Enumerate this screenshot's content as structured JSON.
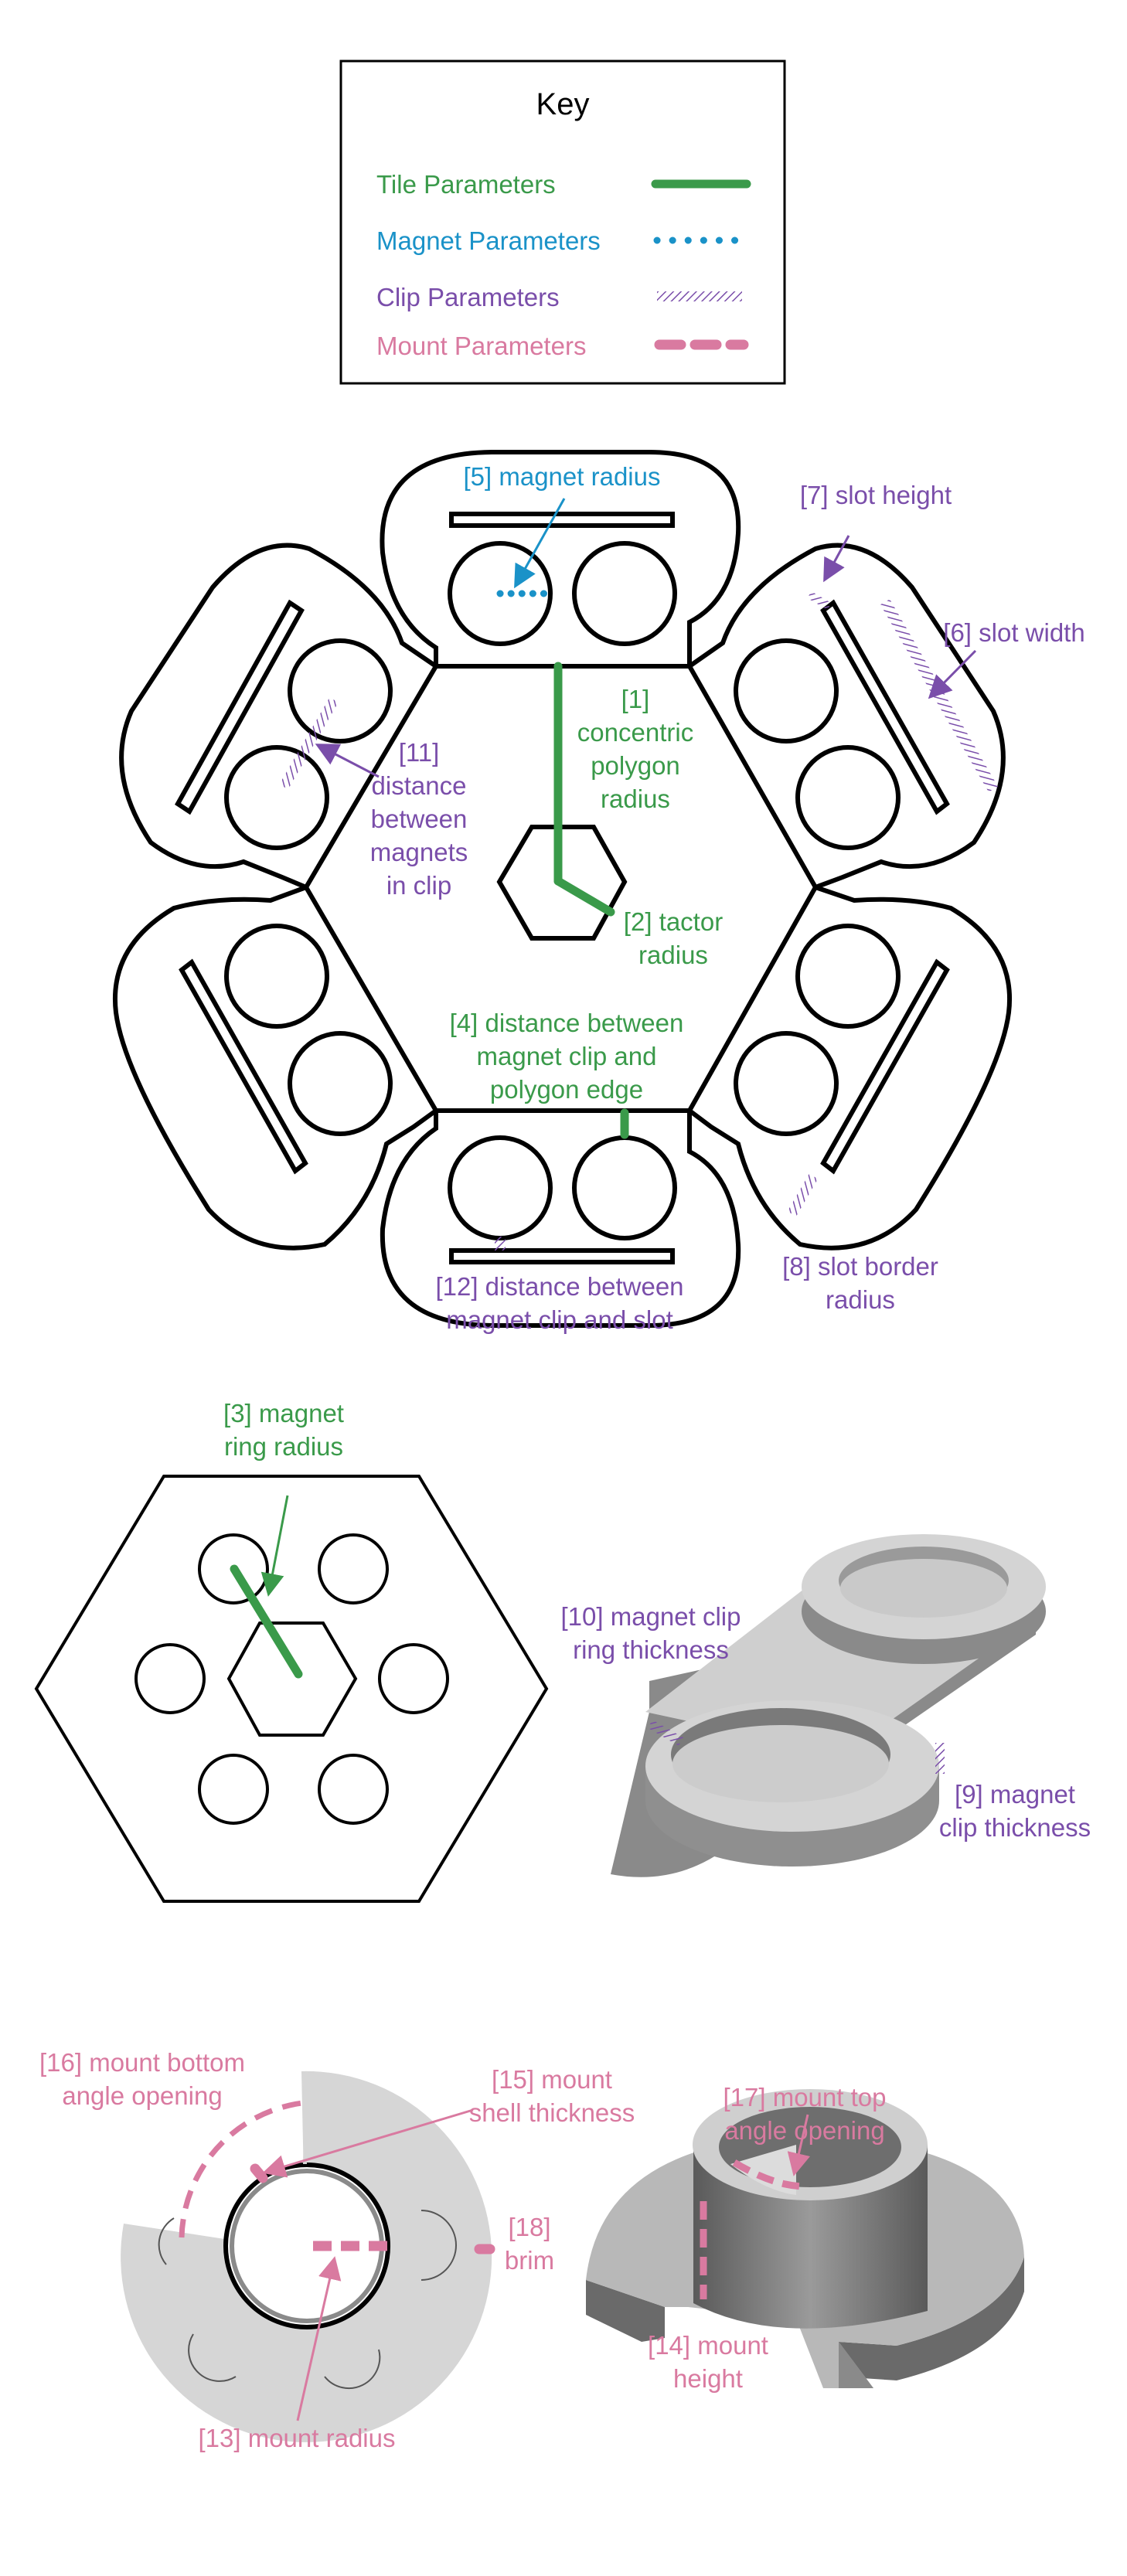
{
  "colors": {
    "tile": "#3a9a4a",
    "magnet": "#1a92c8",
    "clip": "#7a4eaa",
    "mount": "#d97aa0",
    "outline": "#000000",
    "gray_light": "#d7d7d7",
    "gray_mid": "#a9a9a9",
    "gray_dark": "#6a6a6a"
  },
  "key": {
    "title": "Key",
    "items": [
      {
        "label": "Tile Parameters",
        "style": "solid",
        "color_key": "tile"
      },
      {
        "label": "Magnet Parameters",
        "style": "dotted",
        "color_key": "magnet"
      },
      {
        "label": "Clip Parameters",
        "style": "hatched",
        "color_key": "clip"
      },
      {
        "label": "Mount Parameters",
        "style": "dashed",
        "color_key": "mount"
      }
    ]
  },
  "top_view": {
    "labels": {
      "magnet_radius": "[5] magnet radius",
      "slot_height": "[7] slot height",
      "slot_width": "[6] slot width",
      "concentric_1": "[1]",
      "concentric_2": "concentric",
      "concentric_3": "polygon",
      "concentric_4": "radius",
      "distance_clip_1": "[11]",
      "distance_clip_2": "distance",
      "distance_clip_3": "between",
      "distance_clip_4": "magnets",
      "distance_clip_5": "in clip",
      "tactor_1": "[2] tactor",
      "tactor_2": "radius",
      "dist_edge_1": "[4] distance between",
      "dist_edge_2": "magnet clip and",
      "dist_edge_3": "polygon edge",
      "slot_border_1": "[8] slot border",
      "slot_border_2": "radius",
      "dist_slot_1": "[12] distance between",
      "dist_slot_2": "magnet clip and slot"
    }
  },
  "ring_view": {
    "labels": {
      "ring_radius_1": "[3] magnet",
      "ring_radius_2": "ring radius"
    }
  },
  "clip_view": {
    "labels": {
      "ring_thickness_1": "[10] magnet clip",
      "ring_thickness_2": "ring thickness",
      "clip_thickness_1": "[9] magnet",
      "clip_thickness_2": "clip thickness"
    }
  },
  "mount_view": {
    "labels": {
      "bottom_angle_1": "[16] mount bottom",
      "bottom_angle_2": "angle opening",
      "shell_1": "[15] mount",
      "shell_2": "shell thickness",
      "brim_1": "[18]",
      "brim_2": "brim",
      "mount_radius": "[13] mount radius",
      "top_angle_1": "[17] mount top",
      "top_angle_2": "angle opening",
      "height_1": "[14] mount",
      "height_2": "height"
    }
  }
}
